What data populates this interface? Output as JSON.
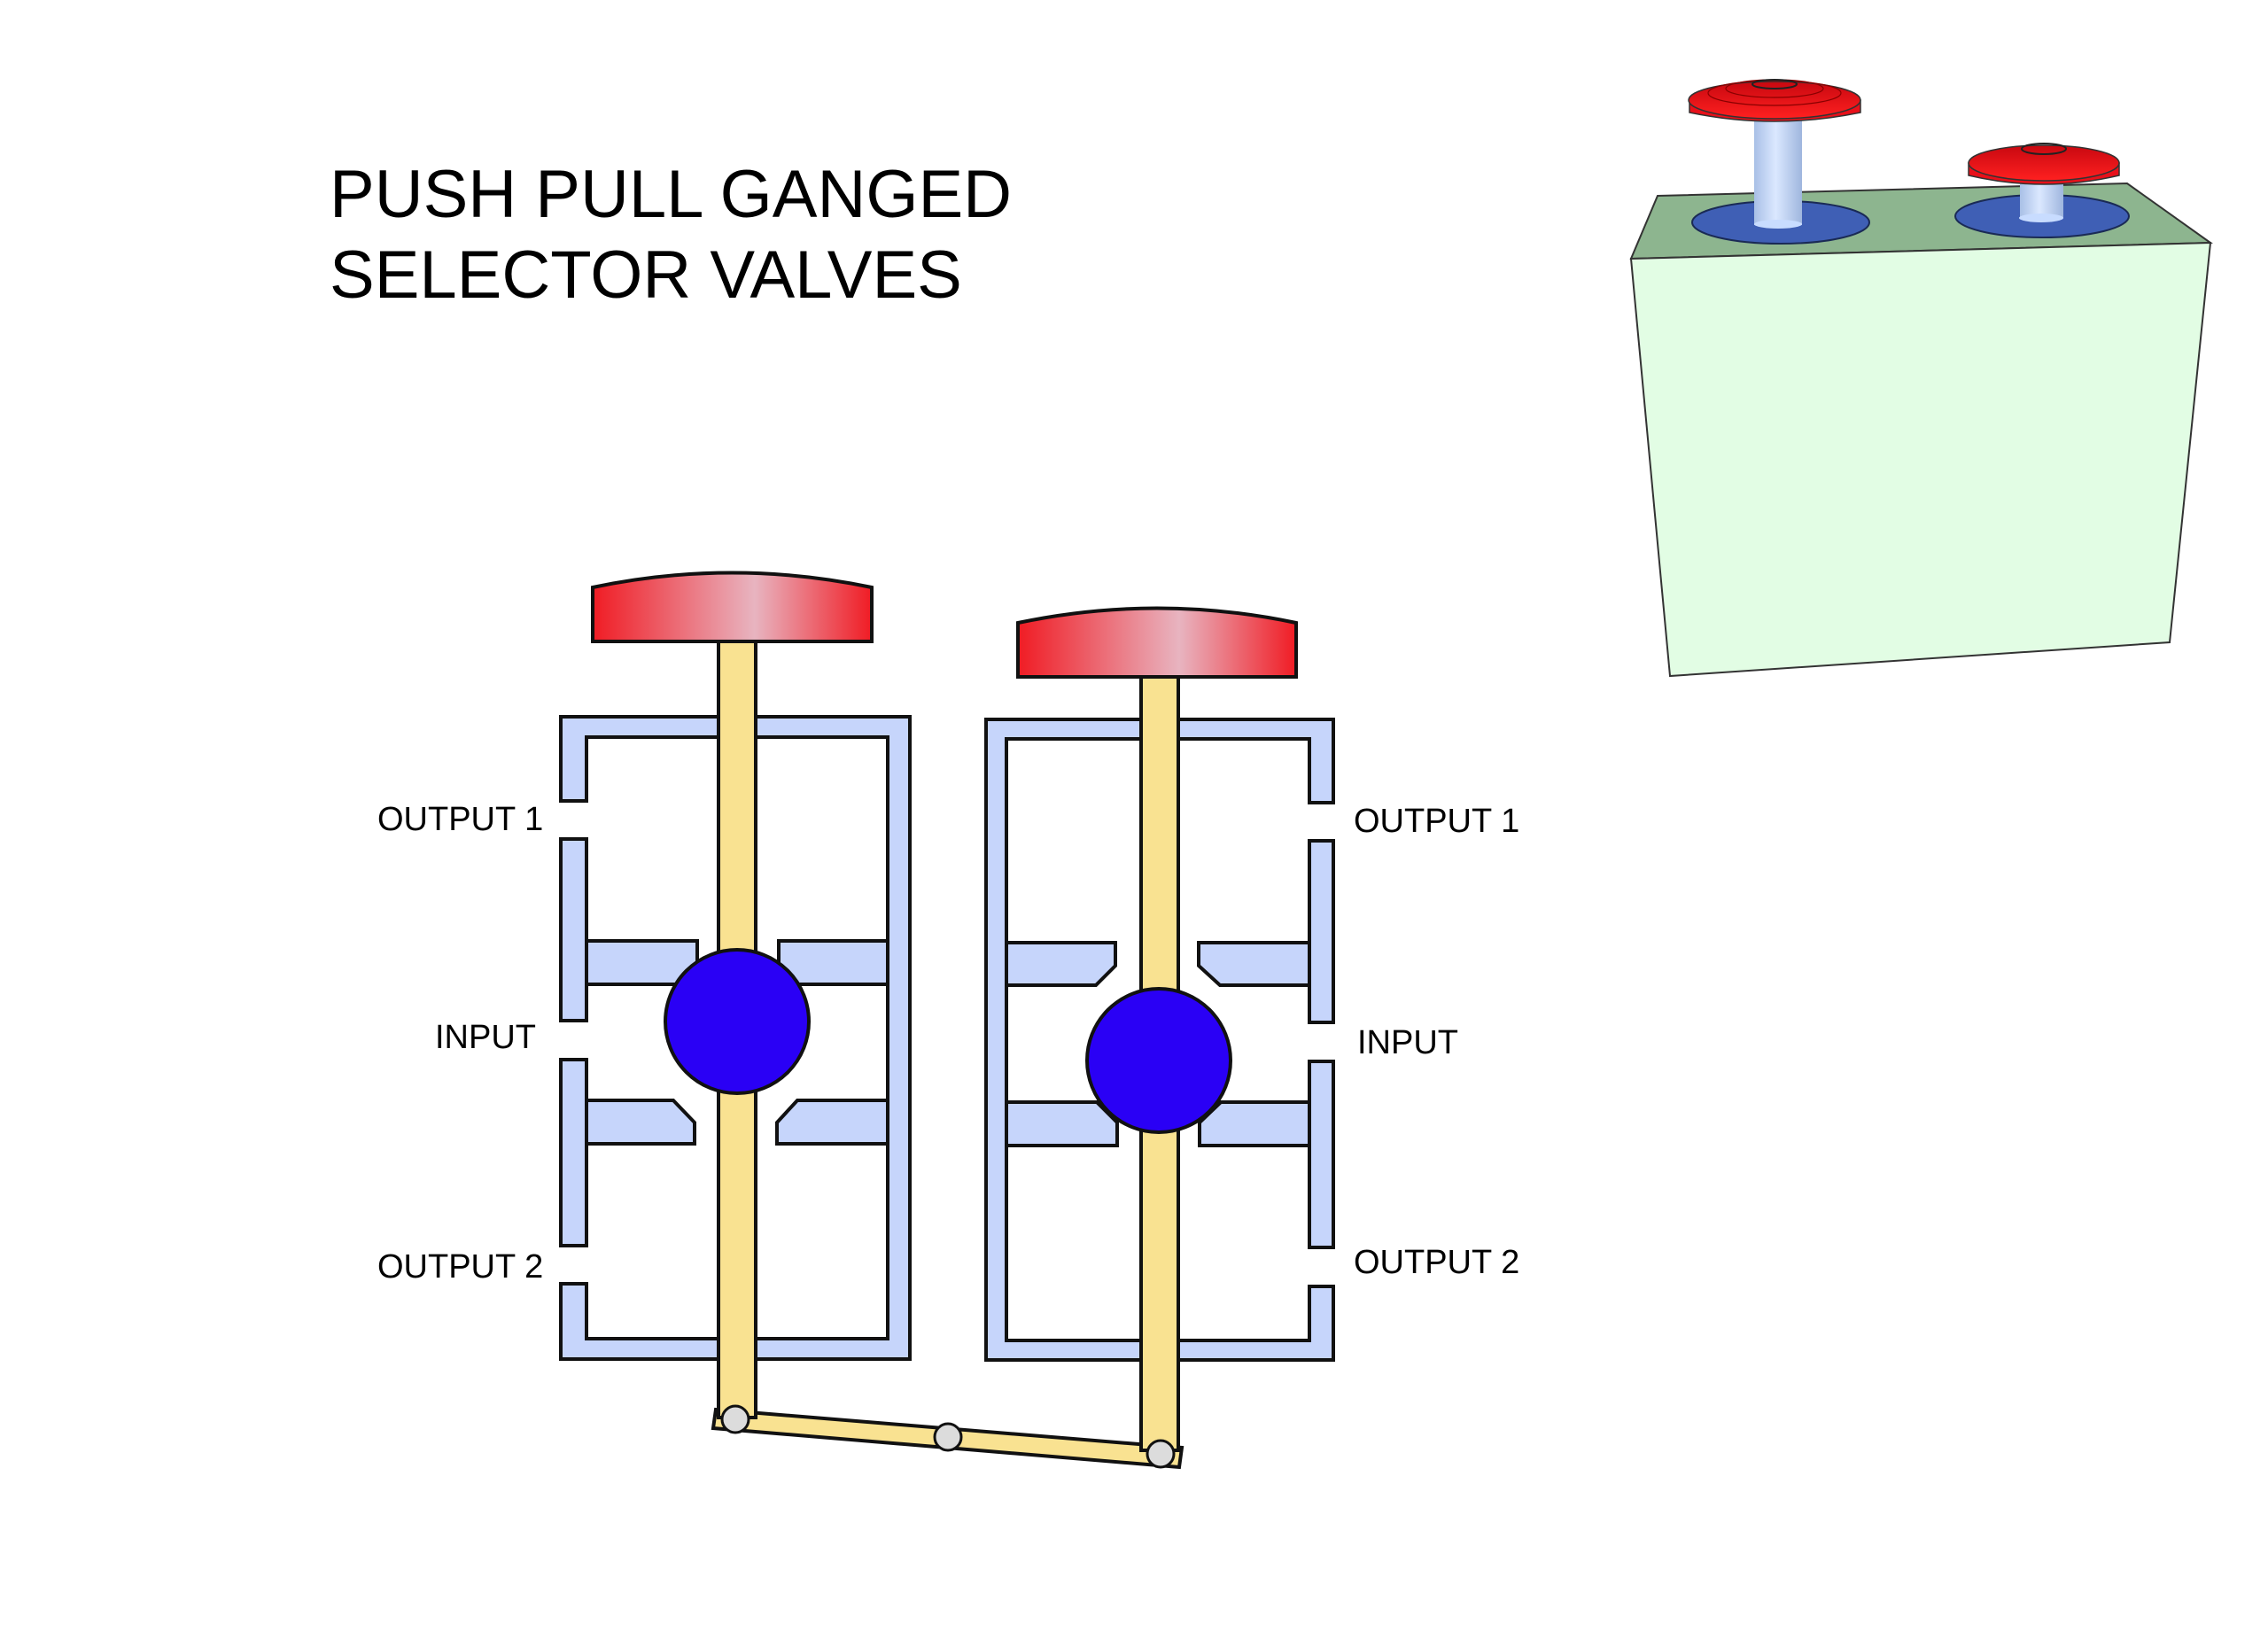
{
  "title": {
    "line1": "PUSH PULL GANGED",
    "line2": "SELECTOR VALVES"
  },
  "left_valve": {
    "labels": {
      "output1": "OUTPUT 1",
      "input": "INPUT",
      "output2": "OUTPUT 2"
    }
  },
  "right_valve": {
    "labels": {
      "output1": "OUTPUT 1",
      "input": "INPUT",
      "output2": "OUTPUT 2"
    }
  },
  "colors": {
    "knob_red": "#f01c24",
    "knob_highlight": "#e8b4c0",
    "housing": "#c6d5fb",
    "stem": "#f9e291",
    "ball": "#2a00f5",
    "pivot": "#dcdcdc",
    "box_front": "#e2fde4",
    "box_top": "#8db58f",
    "port_ring": "#3f5fb5",
    "shaft_3d": "#c8dcff"
  }
}
